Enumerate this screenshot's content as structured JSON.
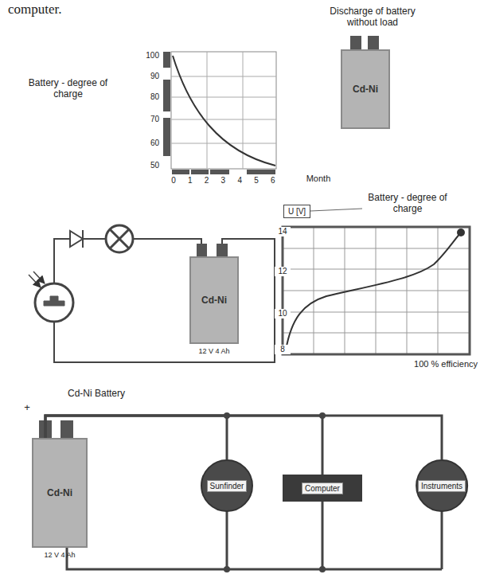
{
  "diagram": {
    "nodes": [
      {
        "text": [
          "Cd-Ni"
        ]
      },
      {
        "text": [
          "U [V]"
        ]
      },
      {
        "text": [
          "Cd-Ni",
          "12 V 4 Ah"
        ]
      },
      {
        "text": [
          "Cd-Ni",
          "12 V 4 Ah"
        ]
      },
      {
        "text": [
          "Sunfinder"
        ]
      },
      {
        "text": [
          "Computer"
        ]
      },
      {
        "text": [
          "Instruments"
        ]
      }
    ],
    "edges": [
      {
        "from": 3,
        "to": 4,
        "arrow": "none"
      },
      {
        "from": 3,
        "to": 5,
        "arrow": "none"
      },
      {
        "from": 3,
        "to": 6,
        "arrow": "none"
      }
    ],
    "labels": [
      "computer.",
      "Discharge of battery without load",
      "Battery - degree of charge",
      "100",
      "90",
      "80",
      "70",
      "60",
      "50",
      "0",
      "1",
      "2",
      "3",
      "4",
      "5",
      "6",
      "Month",
      "Battery - degree of charge",
      "14",
      "12",
      "10",
      "8",
      "100 % efficiency",
      "Cd-Ni Battery",
      "+"
    ]
  }
}
